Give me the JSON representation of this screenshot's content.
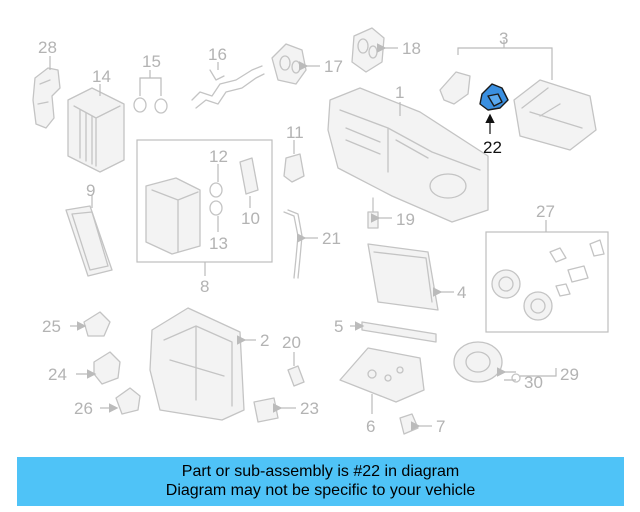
{
  "diagram": {
    "callouts": [
      "28",
      "14",
      "15",
      "16",
      "17",
      "18",
      "3",
      "1",
      "22",
      "11",
      "12",
      "10",
      "13",
      "9",
      "19",
      "21",
      "8",
      "27",
      "4",
      "5",
      "25",
      "2",
      "20",
      "24",
      "26",
      "23",
      "29",
      "30",
      "6",
      "7"
    ],
    "highlighted_part": "22"
  },
  "banner": {
    "line1": "Part or sub-assembly is #22 in diagram",
    "line2": "Diagram may not be specific to your vehicle",
    "background": "#4fc3f7"
  }
}
